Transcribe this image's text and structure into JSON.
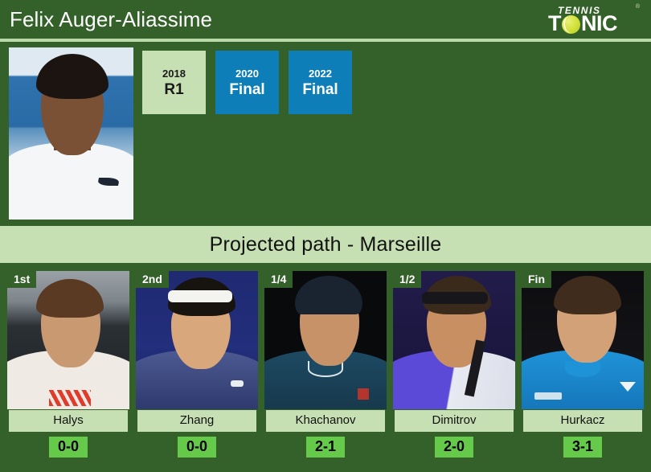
{
  "header": {
    "player_name": "Felix Auger-Aliassime",
    "logo": {
      "top_text": "TENNIS",
      "main_text_left": "T",
      "main_text_right": "NIC",
      "registered_mark": "®",
      "ball_icon": "tennis-ball-icon"
    }
  },
  "profile": {
    "photo_alt": "felix-auger-aliassime-photo",
    "history": [
      {
        "year": "2018",
        "result": "R1",
        "style": "light"
      },
      {
        "year": "2020",
        "result": "Final",
        "style": "blue"
      },
      {
        "year": "2022",
        "result": "Final",
        "style": "blue"
      }
    ]
  },
  "section": {
    "title": "Projected path - Marseille"
  },
  "path": {
    "opponents": [
      {
        "round": "1st",
        "name": "Halys",
        "record": "0-0"
      },
      {
        "round": "2nd",
        "name": "Zhang",
        "record": "0-0"
      },
      {
        "round": "1/4",
        "name": "Khachanov",
        "record": "2-1"
      },
      {
        "round": "1/2",
        "name": "Dimitrov",
        "record": "2-0"
      },
      {
        "round": "Fin",
        "name": "Hurkacz",
        "record": "3-1"
      }
    ]
  },
  "colors": {
    "background_green": "#34612a",
    "light_green": "#c6e0b4",
    "accent_blue": "#0d7eb8",
    "score_green": "#65c94a",
    "ball_yellow": "#d5e33f"
  }
}
